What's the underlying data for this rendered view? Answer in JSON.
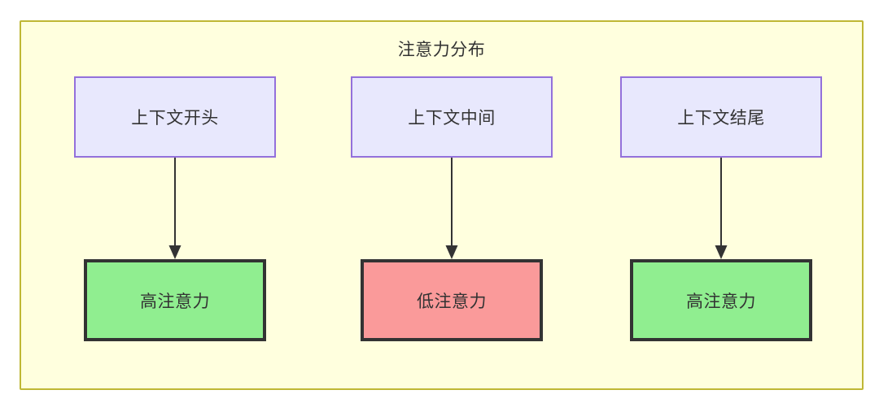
{
  "diagram": {
    "title": "注意力分布",
    "colors": {
      "container_fill": "#ffffde",
      "container_border": "#bfb735",
      "context_fill": "#e8e8fd",
      "context_border": "#9370db",
      "high_attention_fill": "#90ee90",
      "low_attention_fill": "#fa9a9a",
      "node_border": "#333333",
      "edge": "#333333",
      "text": "#333333"
    },
    "columns": [
      {
        "top_label": "上下文开头",
        "bottom_label": "高注意力",
        "bottom_kind": "high"
      },
      {
        "top_label": "上下文中间",
        "bottom_label": "低注意力",
        "bottom_kind": "low"
      },
      {
        "top_label": "上下文结尾",
        "bottom_label": "高注意力",
        "bottom_kind": "high"
      }
    ]
  }
}
